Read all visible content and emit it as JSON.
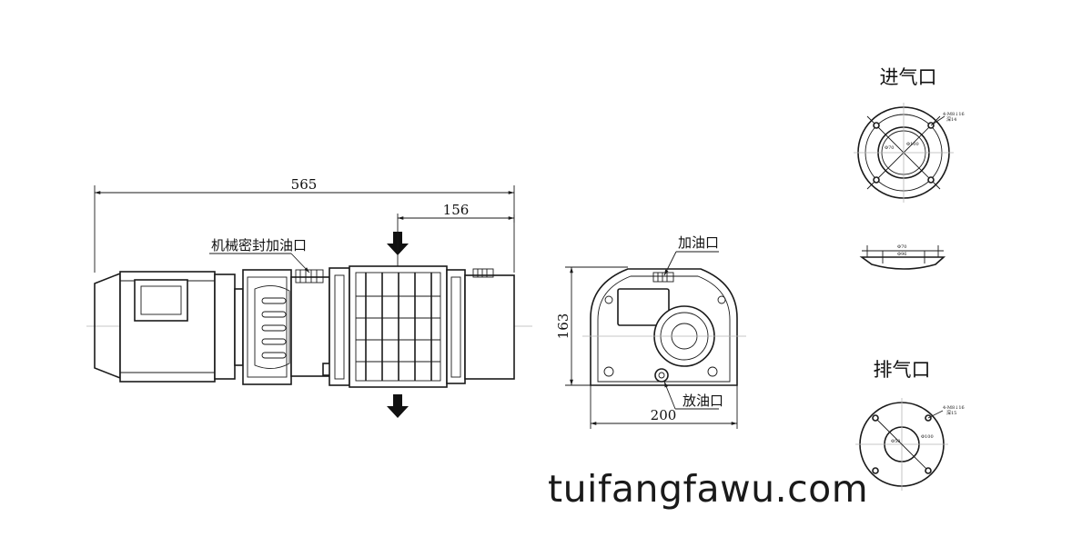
{
  "dimensions": {
    "overall_length": "565",
    "inlet_offset": "156",
    "height": "163",
    "width": "200"
  },
  "labels": {
    "mech_seal_oil_port": "机械密封加油口",
    "oil_fill_port": "加油口",
    "oil_drain_port": "放油口",
    "inlet_title": "进气口",
    "outlet_title": "排气口"
  },
  "flange_notes": {
    "inlet_spec_1": "4-M8↓16",
    "inlet_spec_2": "深14",
    "inlet_d1": "Φ70",
    "inlet_d2": "Φ100",
    "inlet_side_1": "Φ70",
    "inlet_side_2": "Φ96",
    "outlet_spec_1": "4-M8↓16",
    "outlet_spec_2": "深15",
    "outlet_d1": "Φ50",
    "outlet_d2": "Φ100"
  },
  "watermark": "tuifangfawu.com"
}
